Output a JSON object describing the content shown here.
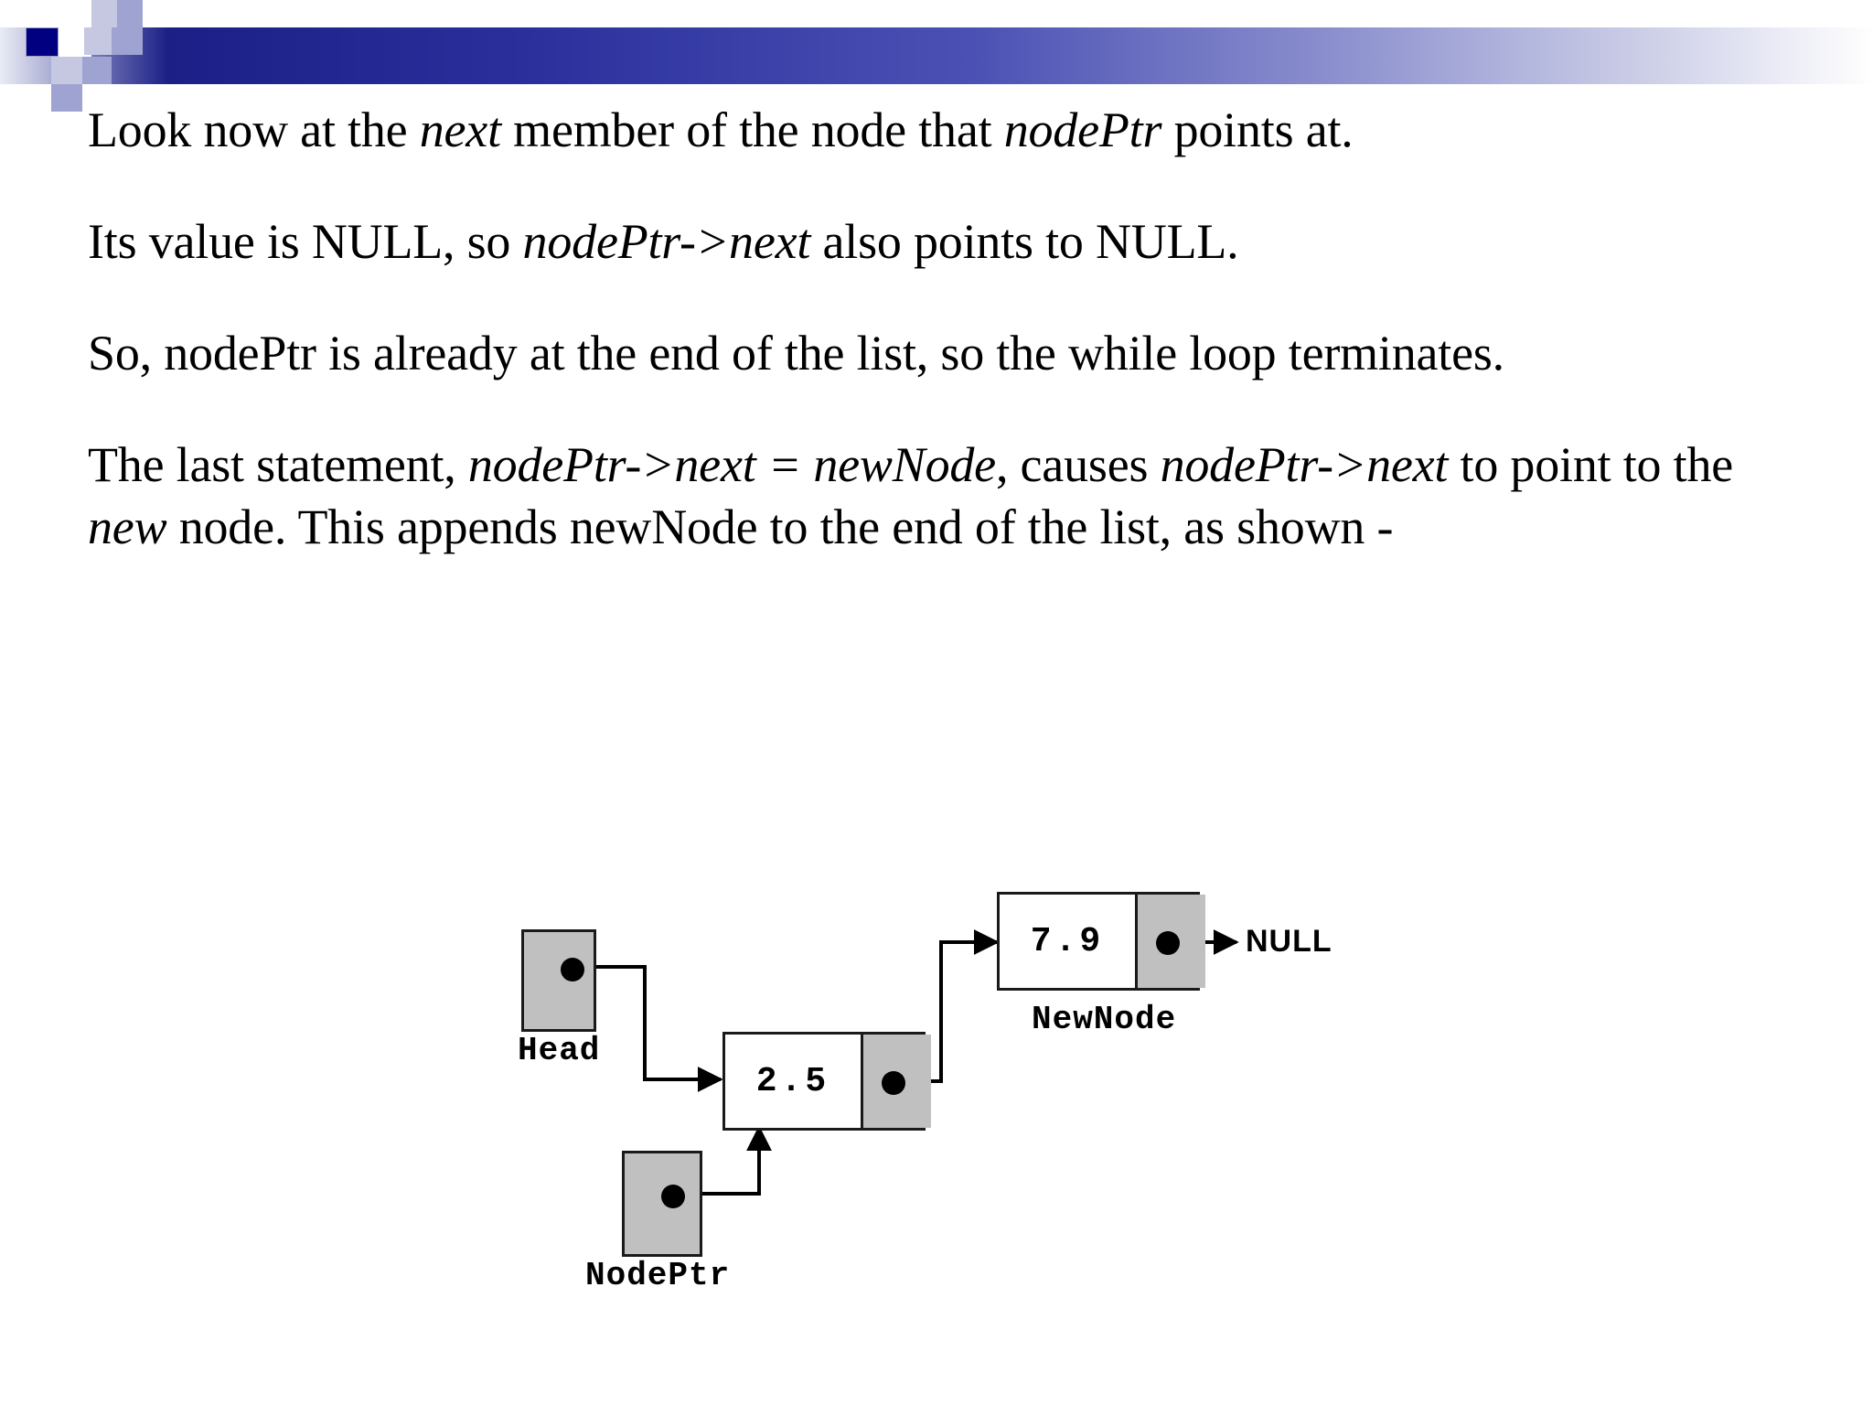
{
  "slide": {
    "header": {
      "decoration": "blue-gradient-bar-with-squares",
      "colors": {
        "navy": "#000080",
        "lavender_light": "#c6c8e2",
        "lavender_mid": "#9fa3d2",
        "bar_gradient_start": "#1b1f86",
        "bar_gradient_end": "#ffffff"
      }
    },
    "paragraphs": [
      {
        "id": "p1",
        "runs": [
          {
            "text": "Look now at the ",
            "italic": false
          },
          {
            "text": "next",
            "italic": true
          },
          {
            "text": " member of the node that ",
            "italic": false
          },
          {
            "text": "nodePtr",
            "italic": true
          },
          {
            "text": " points at.",
            "italic": false
          }
        ]
      },
      {
        "id": "p2",
        "runs": [
          {
            "text": "Its value is NULL, so  ",
            "italic": false
          },
          {
            "text": "nodePtr->next",
            "italic": true
          },
          {
            "text": "  also points to NULL.",
            "italic": false
          }
        ]
      },
      {
        "id": "p3",
        "runs": [
          {
            "text": "So, nodePtr is already at the end of the list, so the while loop terminates.",
            "italic": false
          }
        ]
      },
      {
        "id": "p4",
        "runs": [
          {
            "text": "The last statement,    ",
            "italic": false
          },
          {
            "text": "nodePtr->next = newNode",
            "italic": true
          },
          {
            "text": ",   causes ",
            "italic": false
          },
          {
            "text": "nodePtr->next",
            "italic": true
          },
          {
            "text": " to point to the ",
            "italic": false
          },
          {
            "text": "new",
            "italic": true
          },
          {
            "text": " node. This appends newNode to the end of the list, as shown -",
            "italic": false
          }
        ]
      }
    ],
    "diagram": {
      "name": "linked-list-append-diagram",
      "head_pointer": {
        "label": "Head",
        "fill": "#c0c0c0"
      },
      "node_ptr_pointer": {
        "label": "NodePtr",
        "fill": "#c0c0c0"
      },
      "nodes": [
        {
          "id": "node-2-5",
          "value": "2.5",
          "pointer_fill": "#c0c0c0",
          "caption": ""
        },
        {
          "id": "node-7-9",
          "value": "7.9",
          "pointer_fill": "#c0c0c0",
          "caption": "NewNode"
        }
      ],
      "null_label": "NULL"
    }
  }
}
